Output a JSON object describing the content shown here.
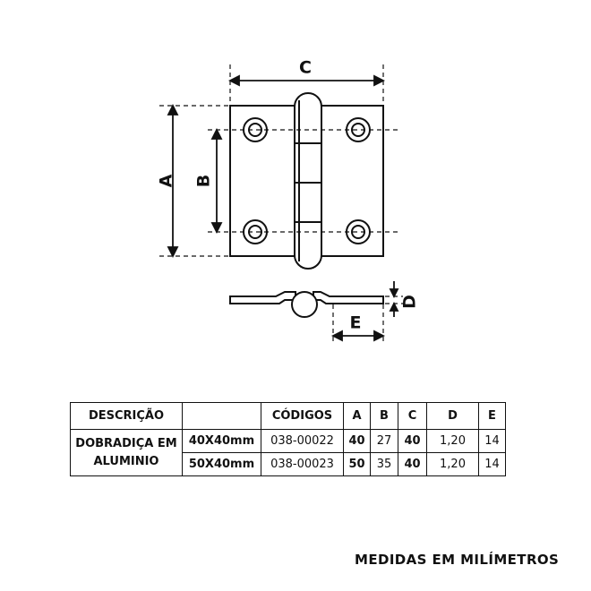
{
  "diagram": {
    "dimension_labels": {
      "a": "A",
      "b": "B",
      "c": "C",
      "d": "D",
      "e": "E"
    }
  },
  "table": {
    "headers": {
      "descricao": "DESCRIÇÃO",
      "blank": "",
      "codigos": "CÓDIGOS",
      "a": "A",
      "b": "B",
      "c": "C",
      "d": "D",
      "e": "E"
    },
    "description": {
      "line1": "DOBRADIÇA EM",
      "line2": "ALUMINIO"
    },
    "rows": [
      {
        "size": "40X40mm",
        "code": "038-00022",
        "a": "40",
        "b": "27",
        "c": "40",
        "d": "1,20",
        "e": "14"
      },
      {
        "size": "50X40mm",
        "code": "038-00023",
        "a": "50",
        "b": "35",
        "c": "40",
        "d": "1,20",
        "e": "14"
      }
    ]
  },
  "footer": {
    "note": "MEDIDAS EM MILÍMETROS"
  }
}
